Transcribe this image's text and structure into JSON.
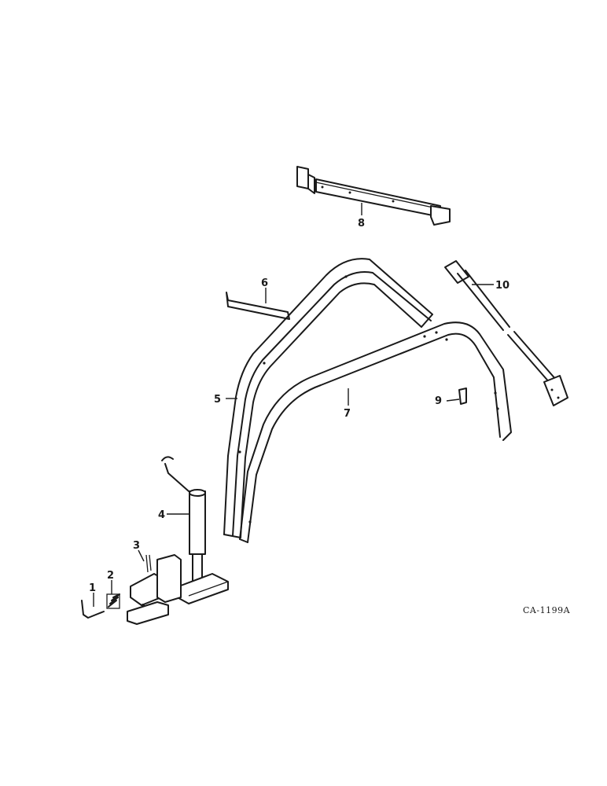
{
  "callouts": {
    "c1": "1",
    "c2": "2",
    "c3": "3",
    "c4": "4",
    "c5": "5",
    "c6": "6",
    "c7": "7",
    "c8": "8",
    "c9": "9",
    "c10": "10"
  },
  "drawing_code": "CA-1199A"
}
